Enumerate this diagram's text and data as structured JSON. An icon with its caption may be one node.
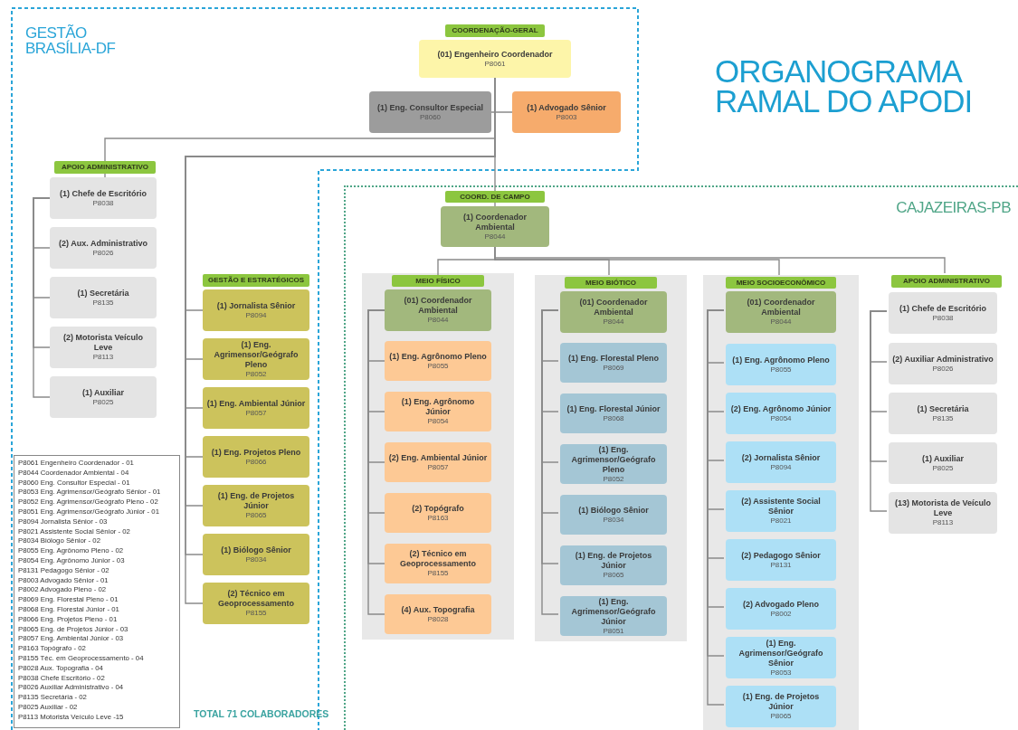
{
  "diagram": {
    "title": "ORGANOGRAMA RAMAL DO APODI",
    "nodes": [
      {
        "text": [
          "GESTÃO BRASÍLIA-DF"
        ]
      },
      {
        "text": [
          "COORDENAÇÃO-GERAL"
        ],
        "in": 0
      },
      {
        "text": [
          "(01) Engenheiro Coordenador",
          "P8061"
        ],
        "in": 0
      },
      {
        "text": [
          "(1) Eng. Consultor Especial",
          "P8060"
        ],
        "in": 0
      },
      {
        "text": [
          "(1) Advogado Sênior",
          "P8003"
        ],
        "in": 0
      },
      {
        "text": [
          "APOIO ADMINISTRATIVO"
        ],
        "in": 0
      },
      {
        "text": [
          "(1) Chefe de Escritório",
          "P8038"
        ],
        "in": 0
      },
      {
        "text": [
          "(2) Aux. Administrativo",
          "P8026"
        ],
        "in": 0
      },
      {
        "text": [
          "(1) Secretária",
          "P8135"
        ],
        "in": 0
      },
      {
        "text": [
          "(2) Motorista Veículo Leve",
          "P8113"
        ],
        "in": 0
      },
      {
        "text": [
          "(1) Auxiliar",
          "P8025"
        ],
        "in": 0
      },
      {
        "text": [
          "GESTÃO E ESTRATÉGICOS"
        ],
        "in": 0
      },
      {
        "text": [
          "(1) Jornalista Sênior",
          "P8094"
        ],
        "in": 0
      },
      {
        "text": [
          "(1) Eng. Agrimensor/Geógrafo Pleno",
          "P8052"
        ],
        "in": 0
      },
      {
        "text": [
          "(1) Eng. Ambiental Júnior",
          "P8057"
        ],
        "in": 0
      },
      {
        "text": [
          "(1) Eng. Projetos Pleno",
          "P8066"
        ],
        "in": 0
      },
      {
        "text": [
          "(1) Eng. de Projetos Júnior",
          "P8065"
        ],
        "in": 0
      },
      {
        "text": [
          "(1) Biólogo Sênior",
          "P8034"
        ],
        "in": 0
      },
      {
        "text": [
          "(2) Técnico em Geoprocessamento",
          "P8155"
        ],
        "in": 0
      },
      {
        "text": [
          "P8061 Engenheiro Coordenador - 01",
          "P8044 Coordenador Ambiental - 04",
          "P8060 Eng. Consultor Especial - 01",
          "P8053 Eng. Agrimensor/Geógrafo Sênior - 01",
          "P8052 Eng. Agrimensor/Geógrafo Pleno - 02",
          "P8051 Eng. Agrimensor/Geógrafo Júnior - 01",
          "P8094 Jornalista Sênior - 03",
          "P8021 Assistente Social Sênior - 02",
          "P8034 Biólogo Sênior - 02",
          "P8055 Eng. Agrônomo Pleno - 02",
          "P8054 Eng. Agrônomo Júnior - 03",
          "P8131 Pedagogo Sênior - 02",
          "P8003 Advogado Sênior - 01",
          "P8002 Advogado Pleno - 02",
          "P8069 Eng. Florestal Pleno - 01",
          "P8068 Eng. Florestal Júnior - 01",
          "P8066 Eng. Projetos Pleno - 01",
          "P8065 Eng. de Projetos Júnior - 03",
          "P8057 Eng. Ambiental Júnior - 03",
          "P8163 Topógrafo - 02",
          "P8155 Téc. em Geoprocessamento - 04",
          "P8028 Aux. Topografia - 04",
          "P8038 Chefe Escritório - 02",
          "P8026 Auxiliar Administrativo - 04",
          "P8135 Secretária - 02",
          "P8025 Auxiliar - 02",
          "P8113 Motorista Veículo Leve -15"
        ],
        "in": 0
      },
      {
        "text": [
          "CAJAZEIRAS-PB"
        ]
      },
      {
        "text": [
          "COORD. DE CAMPO"
        ]
      },
      {
        "text": [
          "(1) Coordenador Ambiental",
          "P8044"
        ]
      },
      {
        "text": [],
        "shape": "box"
      },
      {
        "text": [
          "MEIO FÍSICO"
        ],
        "in": 23
      },
      {
        "text": [
          "(01) Coordenador Ambiental",
          "P8044"
        ],
        "in": 23
      },
      {
        "text": [
          "(1) Eng. Agrônomo Pleno",
          "P8055"
        ],
        "in": 23
      },
      {
        "text": [
          "(1) Eng. Agrônomo Júnior",
          "P8054"
        ],
        "in": 23
      },
      {
        "text": [
          "(2) Eng. Ambiental Júnior",
          "P8057"
        ],
        "in": 23
      },
      {
        "text": [
          "(2) Topógrafo",
          "P8163"
        ],
        "in": 23
      },
      {
        "text": [
          "(2) Técnico em Geoprocessamento",
          "P8155"
        ],
        "in": 23
      },
      {
        "text": [
          "(4) Aux. Topografia",
          "P8028"
        ],
        "in": 23
      },
      {
        "text": [],
        "shape": "box",
        "in": 20
      },
      {
        "text": [
          "MEIO BIÓTICO"
        ],
        "in": 32
      },
      {
        "text": [
          "(01) Coordenador Ambiental",
          "P8044"
        ],
        "in": 32
      },
      {
        "text": [
          "(1) Eng. Florestal Pleno",
          "P8069"
        ],
        "in": 32
      },
      {
        "text": [
          "(1) Eng. Florestal Júnior",
          "P8068"
        ],
        "in": 32
      },
      {
        "text": [
          "(1) Eng. Agrimensor/Geógrafo Pleno",
          "P8052"
        ],
        "in": 32
      },
      {
        "text": [
          "(1) Biólogo Sênior",
          "P8034"
        ],
        "in": 32
      },
      {
        "text": [
          "(1) Eng. de Projetos Júnior",
          "P8065"
        ],
        "in": 32
      },
      {
        "text": [
          "(1) Eng. Agrimensor/Geógrafo Júnior",
          "P8051"
        ],
        "in": 32
      },
      {
        "text": [],
        "shape": "box",
        "in": 20
      },
      {
        "text": [
          "MEIO SOCIOECONÔMICO"
        ],
        "in": 41
      },
      {
        "text": [
          "(01) Coordenador Ambiental",
          "P8044"
        ],
        "in": 41
      },
      {
        "text": [
          "(1) Eng. Agrônomo Pleno",
          "P8055"
        ],
        "in": 41
      },
      {
        "text": [
          "(2) Eng. Agrônomo Júnior",
          "P8054"
        ],
        "in": 41
      },
      {
        "text": [
          "(2) Jornalista Sênior",
          "P8094"
        ],
        "in": 41
      },
      {
        "text": [
          "(2) Assistente Social Sênior",
          "P8021"
        ],
        "in": 41
      },
      {
        "text": [
          "(2) Pedagogo Sênior",
          "P8131"
        ],
        "in": 41
      },
      {
        "text": [
          "(2) Advogado Pleno",
          "P8002"
        ],
        "in": 41
      },
      {
        "text": [
          "(1) Eng. Agrimensor/Geógrafo Sênior",
          "P8053"
        ],
        "in": 41
      },
      {
        "text": [
          "(1) Eng. de Projetos Júnior",
          "P8065"
        ],
        "in": 41
      },
      {
        "text": [
          "APOIO ADMINISTRATIVO"
        ],
        "in": 20
      },
      {
        "text": [
          "(1) Chefe de Escritório",
          "P8038"
        ],
        "in": 20
      },
      {
        "text": [
          "(2) Auxiliar Administrativo",
          "P8026"
        ],
        "in": 20
      },
      {
        "text": [
          "(1) Secretária",
          "P8135"
        ],
        "in": 20
      },
      {
        "text": [
          "(1) Auxiliar",
          "P8025"
        ],
        "in": 20
      },
      {
        "text": [
          "(13) Motorista de Veículo Leve",
          "P8113"
        ],
        "in": 20
      }
    ],
    "edges": [
      {
        "from": 2,
        "to": 3,
        "arrow": "none"
      },
      {
        "from": 2,
        "to": 4,
        "arrow": "none"
      },
      {
        "from": 2,
        "to": 5,
        "arrow": "none"
      },
      {
        "from": 5,
        "to": 6,
        "arrow": "none"
      },
      {
        "from": 6,
        "to": 7,
        "arrow": "none"
      },
      {
        "from": 6,
        "to": 8,
        "arrow": "none"
      },
      {
        "from": 6,
        "to": 9,
        "arrow": "none"
      },
      {
        "from": 6,
        "to": 10,
        "arrow": "none"
      },
      {
        "from": 2,
        "to": 12,
        "arrow": "none"
      },
      {
        "from": 2,
        "to": 13,
        "arrow": "none"
      },
      {
        "from": 2,
        "to": 14,
        "arrow": "none"
      },
      {
        "from": 2,
        "to": 15,
        "arrow": "none"
      },
      {
        "from": 2,
        "to": 16,
        "arrow": "none"
      },
      {
        "from": 2,
        "to": 17,
        "arrow": "none"
      },
      {
        "from": 2,
        "to": 18,
        "arrow": "none"
      },
      {
        "from": 2,
        "to": 21,
        "arrow": "none"
      },
      {
        "from": 21,
        "to": 22,
        "arrow": "none"
      },
      {
        "from": 22,
        "to": 24,
        "arrow": "none"
      },
      {
        "from": 22,
        "to": 33,
        "arrow": "none"
      },
      {
        "from": 22,
        "to": 42,
        "arrow": "none"
      },
      {
        "from": 22,
        "to": 52,
        "arrow": "none"
      },
      {
        "from": 25,
        "to": 26,
        "arrow": "none"
      },
      {
        "from": 25,
        "to": 27,
        "arrow": "none"
      },
      {
        "from": 25,
        "to": 28,
        "arrow": "none"
      },
      {
        "from": 25,
        "to": 29,
        "arrow": "none"
      },
      {
        "from": 25,
        "to": 30,
        "arrow": "none"
      },
      {
        "from": 25,
        "to": 31,
        "arrow": "none"
      },
      {
        "from": 34,
        "to": 35,
        "arrow": "none"
      },
      {
        "from": 34,
        "to": 36,
        "arrow": "none"
      },
      {
        "from": 34,
        "to": 37,
        "arrow": "none"
      },
      {
        "from": 34,
        "to": 38,
        "arrow": "none"
      },
      {
        "from": 34,
        "to": 39,
        "arrow": "none"
      },
      {
        "from": 34,
        "to": 40,
        "arrow": "none"
      },
      {
        "from": 43,
        "to": 44,
        "arrow": "none"
      },
      {
        "from": 43,
        "to": 45,
        "arrow": "none"
      },
      {
        "from": 43,
        "to": 46,
        "arrow": "none"
      },
      {
        "from": 43,
        "to": 47,
        "arrow": "none"
      },
      {
        "from": 43,
        "to": 48,
        "arrow": "none"
      },
      {
        "from": 43,
        "to": 49,
        "arrow": "none"
      },
      {
        "from": 43,
        "to": 50,
        "arrow": "none"
      },
      {
        "from": 43,
        "to": 51,
        "arrow": "none"
      },
      {
        "from": 53,
        "to": 54,
        "arrow": "none"
      },
      {
        "from": 53,
        "to": 55,
        "arrow": "none"
      },
      {
        "from": 53,
        "to": 56,
        "arrow": "none"
      },
      {
        "from": 53,
        "to": 57,
        "arrow": "none"
      }
    ],
    "labels": [
      "TOTAL 71 COLABORADORES"
    ]
  }
}
